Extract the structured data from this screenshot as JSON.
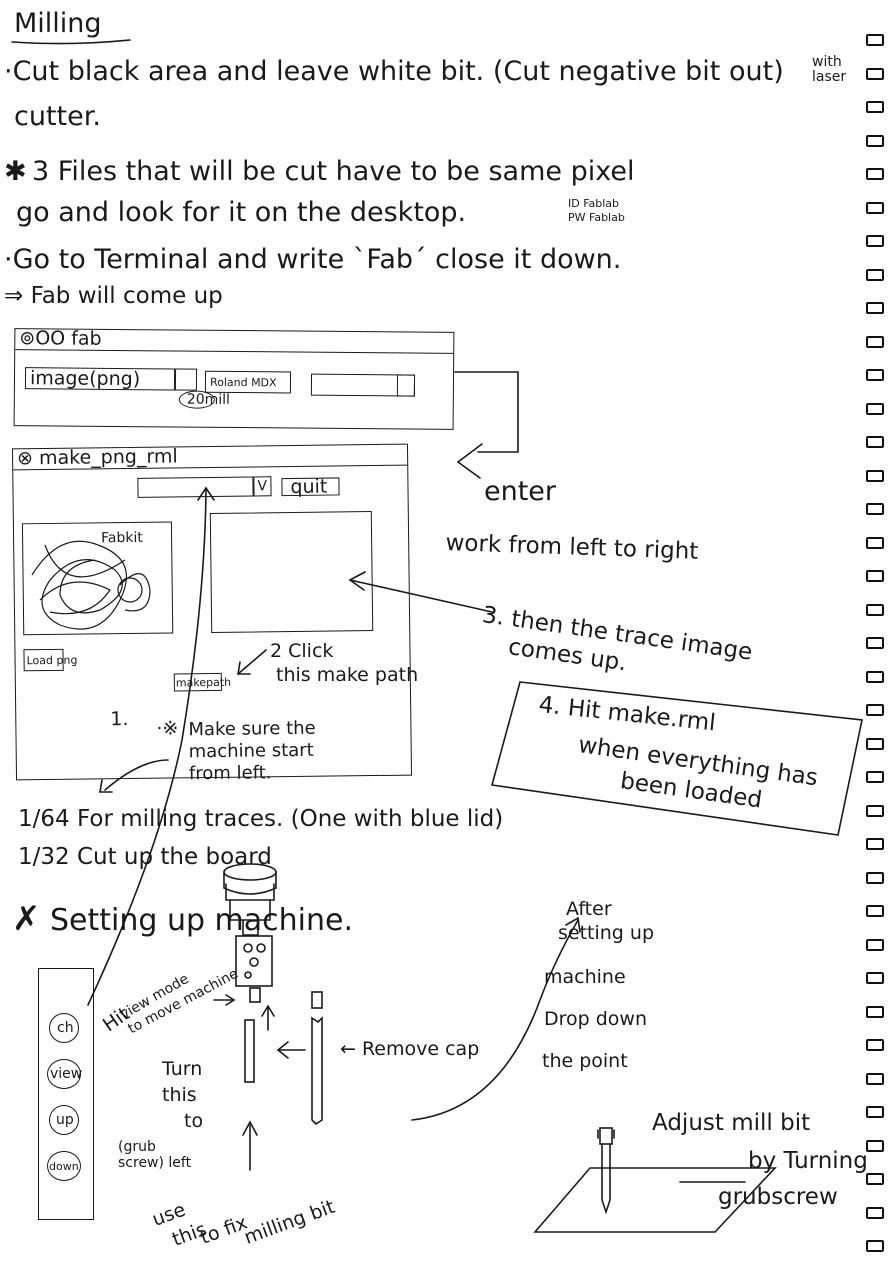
{
  "title": "Milling",
  "lines": {
    "l1": "·Cut black area and leave white bit. (Cut negative bit out)",
    "l1_with": "with",
    "l1_laser": "laser",
    "l1b": "cutter.",
    "l2": "3 Files that will be cut have to be same pixel",
    "l2_mark": "✱",
    "l3": "go and look for it on the desktop.",
    "l3_id": "ID Fablab",
    "l3_pw": "PW Fablab",
    "l4": "·Go to Terminal and write `Fab´ close it down.",
    "l5": "⇒ Fab will come up"
  },
  "fab_window": {
    "title": "⊚OO fab",
    "image_box": "image(png)",
    "roland_box": "Roland MDX",
    "mill_label": "20mill"
  },
  "make_window": {
    "title": "⊗ make_png_rml",
    "dropdown_glyph": "V",
    "quit_label": "quit",
    "preview_label": "Fabkit",
    "load_label": "Load png",
    "makepath_label": "makepath",
    "step1": "1.",
    "note_mark": "·※",
    "note": "Make sure the machine start from left."
  },
  "annotations": {
    "enter": "enter",
    "work": "work from left to right",
    "step2_a": "2 Click",
    "step2_b": "this make path",
    "step3_a": "3. then the trace image",
    "step3_b": "comes up.",
    "step4_a": "4. Hit make.rml",
    "step4_b": "when everything has",
    "step4_c": "been loaded"
  },
  "bits": {
    "b1": "1/64 For milling traces. (One with blue lid)",
    "b2": "1/32 Cut up the board"
  },
  "setup": {
    "heading": "Setting up machine.",
    "heading_mark": "✗",
    "buttons": [
      "ch",
      "view",
      "up",
      "down"
    ],
    "hit_a": "Hit",
    "hit_b": "view mode",
    "hit_c": "to move machine",
    "turn_a": "Turn",
    "turn_b": "this",
    "turn_c": "to",
    "grub_a": "(grub",
    "grub_b": "screw) left",
    "remove": "← Remove cap",
    "use_a": "use",
    "use_b": "this",
    "use_c": "to fix",
    "use_d": "milling bit",
    "after": [
      "After",
      "setting up",
      "machine",
      "Drop down",
      "the point"
    ],
    "adjust_a": "Adjust mill bit",
    "adjust_b": "by Turning",
    "adjust_c": "grubscrew"
  }
}
